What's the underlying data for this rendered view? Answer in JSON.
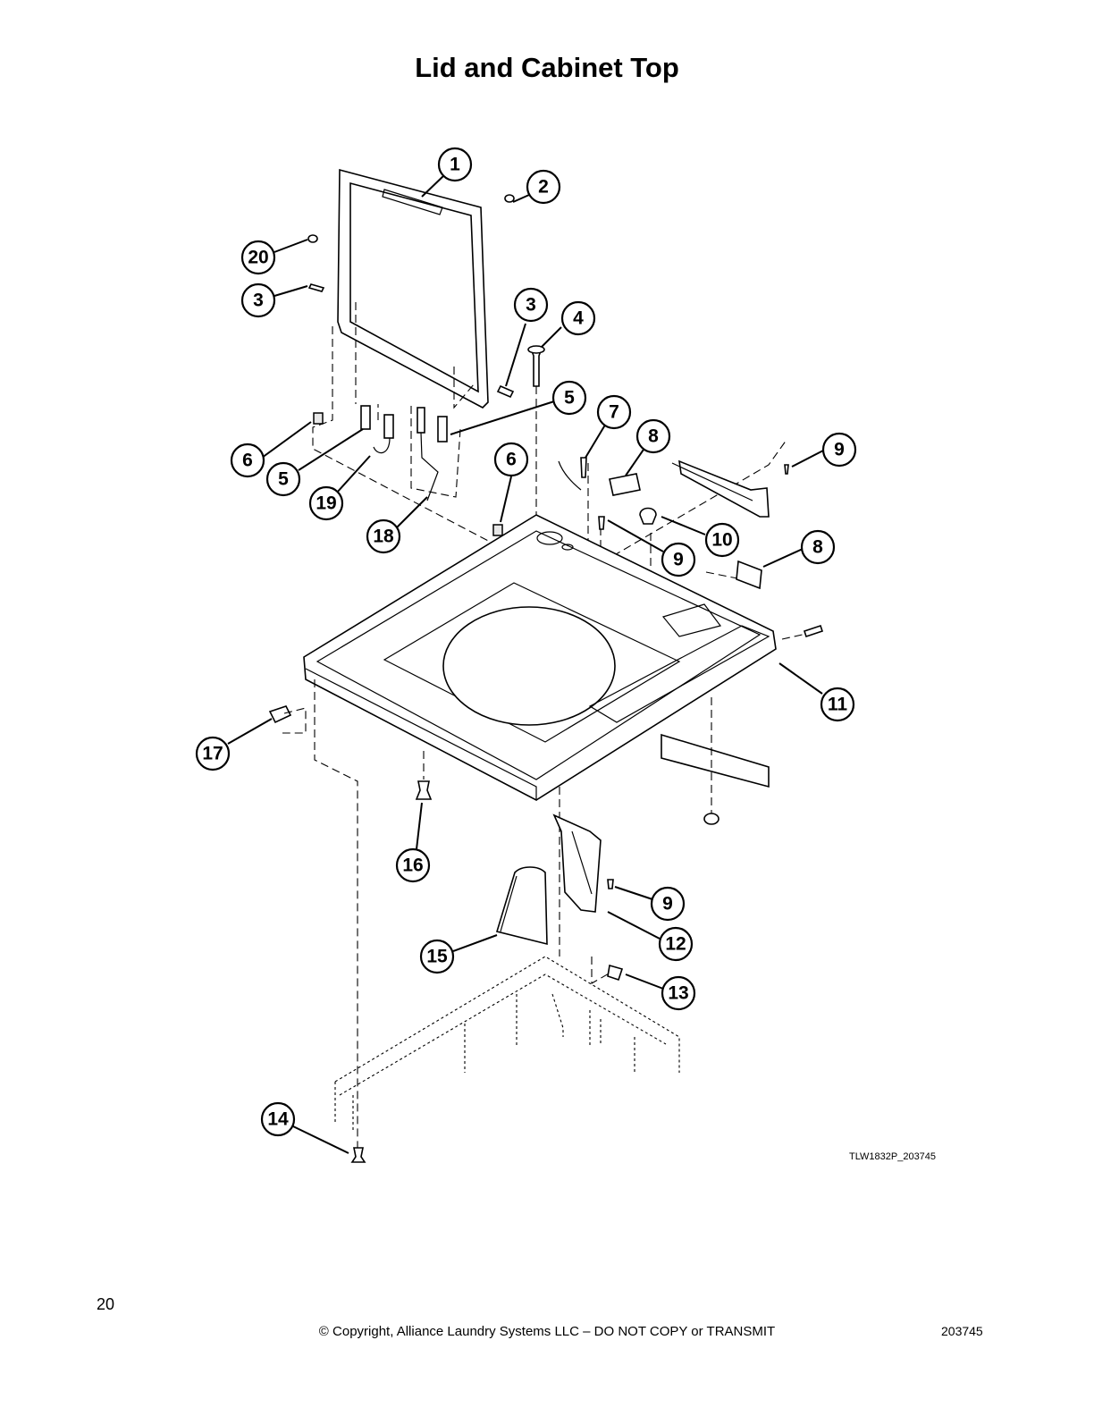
{
  "page": {
    "title": "Lid and Cabinet Top",
    "figure_code": "TLW1832P_203745",
    "page_number": "20",
    "copyright": "© Copyright, Alliance Laundry Systems LLC – DO NOT COPY or TRANSMIT",
    "doc_number": "203745"
  },
  "callouts": [
    {
      "label": "1"
    },
    {
      "label": "2"
    },
    {
      "label": "20"
    },
    {
      "label": "3"
    },
    {
      "label": "3"
    },
    {
      "label": "4"
    },
    {
      "label": "5"
    },
    {
      "label": "7"
    },
    {
      "label": "8"
    },
    {
      "label": "9"
    },
    {
      "label": "6"
    },
    {
      "label": "5"
    },
    {
      "label": "6"
    },
    {
      "label": "19"
    },
    {
      "label": "18"
    },
    {
      "label": "10"
    },
    {
      "label": "9"
    },
    {
      "label": "8"
    },
    {
      "label": "11"
    },
    {
      "label": "17"
    },
    {
      "label": "16"
    },
    {
      "label": "9"
    },
    {
      "label": "12"
    },
    {
      "label": "15"
    },
    {
      "label": "13"
    },
    {
      "label": "14"
    }
  ]
}
